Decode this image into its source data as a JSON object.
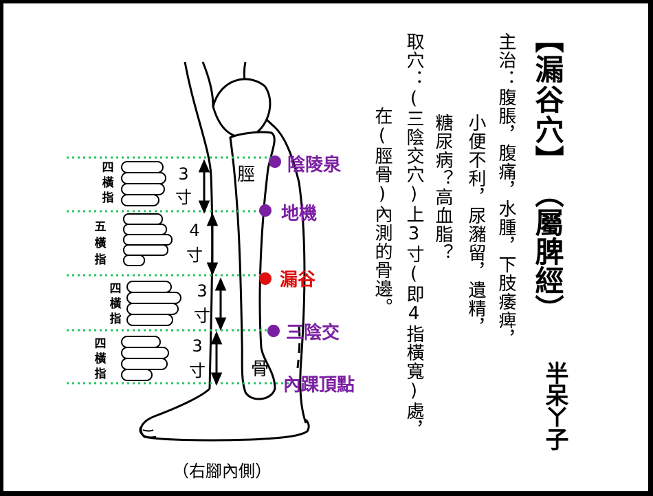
{
  "title": "【漏谷穴】",
  "meridian": "（屬脾經）",
  "credit": "半呆ㄚ子",
  "text_columns": [
    "主治：腹脹，腹痛，水腫，下肢痿痺，",
    "小便不利，尿瀦留，遺精，",
    "糖尿病？高血脂？",
    "取穴：(三陰交穴)上3寸(即4指橫寬)處，",
    "在(脛骨)內測的骨邊。"
  ],
  "points": [
    {
      "label": "陰陵泉",
      "color": "#7b1fa2"
    },
    {
      "label": "地機",
      "color": "#7b1fa2"
    },
    {
      "label": "漏谷",
      "color": "#e01010"
    },
    {
      "label": "三陰交",
      "color": "#7b1fa2"
    },
    {
      "label": "內踝頂點",
      "color": "#7b1fa2"
    }
  ],
  "measurements": [
    {
      "fingers": [
        "四",
        "橫",
        "指"
      ],
      "cun": [
        "3",
        "寸"
      ]
    },
    {
      "fingers": [
        "五",
        "橫",
        "指"
      ],
      "cun": [
        "4",
        "寸"
      ]
    },
    {
      "fingers": [
        "四",
        "橫",
        "指"
      ],
      "cun": [
        "3",
        "寸"
      ]
    },
    {
      "fingers": [
        "四",
        "橫",
        "指"
      ],
      "cun": [
        "3",
        "寸"
      ]
    }
  ],
  "bone_labels": {
    "upper": "脛",
    "lower": "骨"
  },
  "caption": "（右腳內側）"
}
